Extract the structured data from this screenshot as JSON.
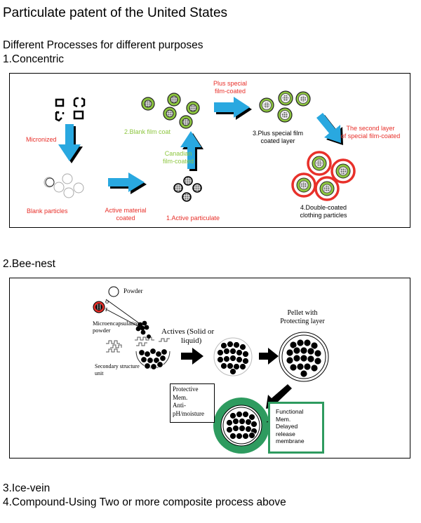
{
  "title": "Particulate patent of the United States",
  "subtitle": "Different Processes for different purposes",
  "sections": {
    "s1": "1.Concentric",
    "s2": "2.Bee-nest",
    "s3": "3.Ice-vein",
    "s4": "4.Compound-Using Two or more composite process above"
  },
  "concentric": {
    "micronized": "Micronized",
    "blank_particles": "Blank particles",
    "active_material_coated_1": "Active material",
    "active_material_coated_2": "coated",
    "active_particulate": "1.Active particulate",
    "canadian_1": "Canadian",
    "canadian_2": "film-coated",
    "blank_film_coat": "2.Blank film coat",
    "plus_special_1": "Plus special",
    "plus_special_2": "film-coated",
    "plus_special_layer_1": "3.Plus special film",
    "plus_special_layer_2": "coated layer",
    "second_layer_1": "The second layer",
    "second_layer_2": "of special film-coated",
    "double_coated_1": "4.Double-coated",
    "double_coated_2": "clothing particles"
  },
  "beenest": {
    "powder": "Powder",
    "or_o": "o",
    "or_r": "r",
    "microencap_1": "Microencapsulating",
    "microencap_2": "powder",
    "actives_1": "Actives (Solid or",
    "actives_2": "liquid)",
    "secondary_1": "Secondary structure",
    "secondary_2": "unit",
    "pellet_1": "Pellet with",
    "pellet_2": "Protecting layer",
    "protective_1": "Protective",
    "protective_2": "Mem.",
    "protective_3": "Anti-",
    "protective_4": "pH/moisture",
    "functional_1": "Functional",
    "functional_2": "Mem.",
    "functional_3": "Delayed",
    "functional_4": "release",
    "functional_5": "membrane"
  },
  "colors": {
    "arrow_blue": "#29a8e0",
    "label_red": "#e8302a",
    "label_green": "#8dc63f",
    "membrane_green": "#2e9b5f"
  }
}
